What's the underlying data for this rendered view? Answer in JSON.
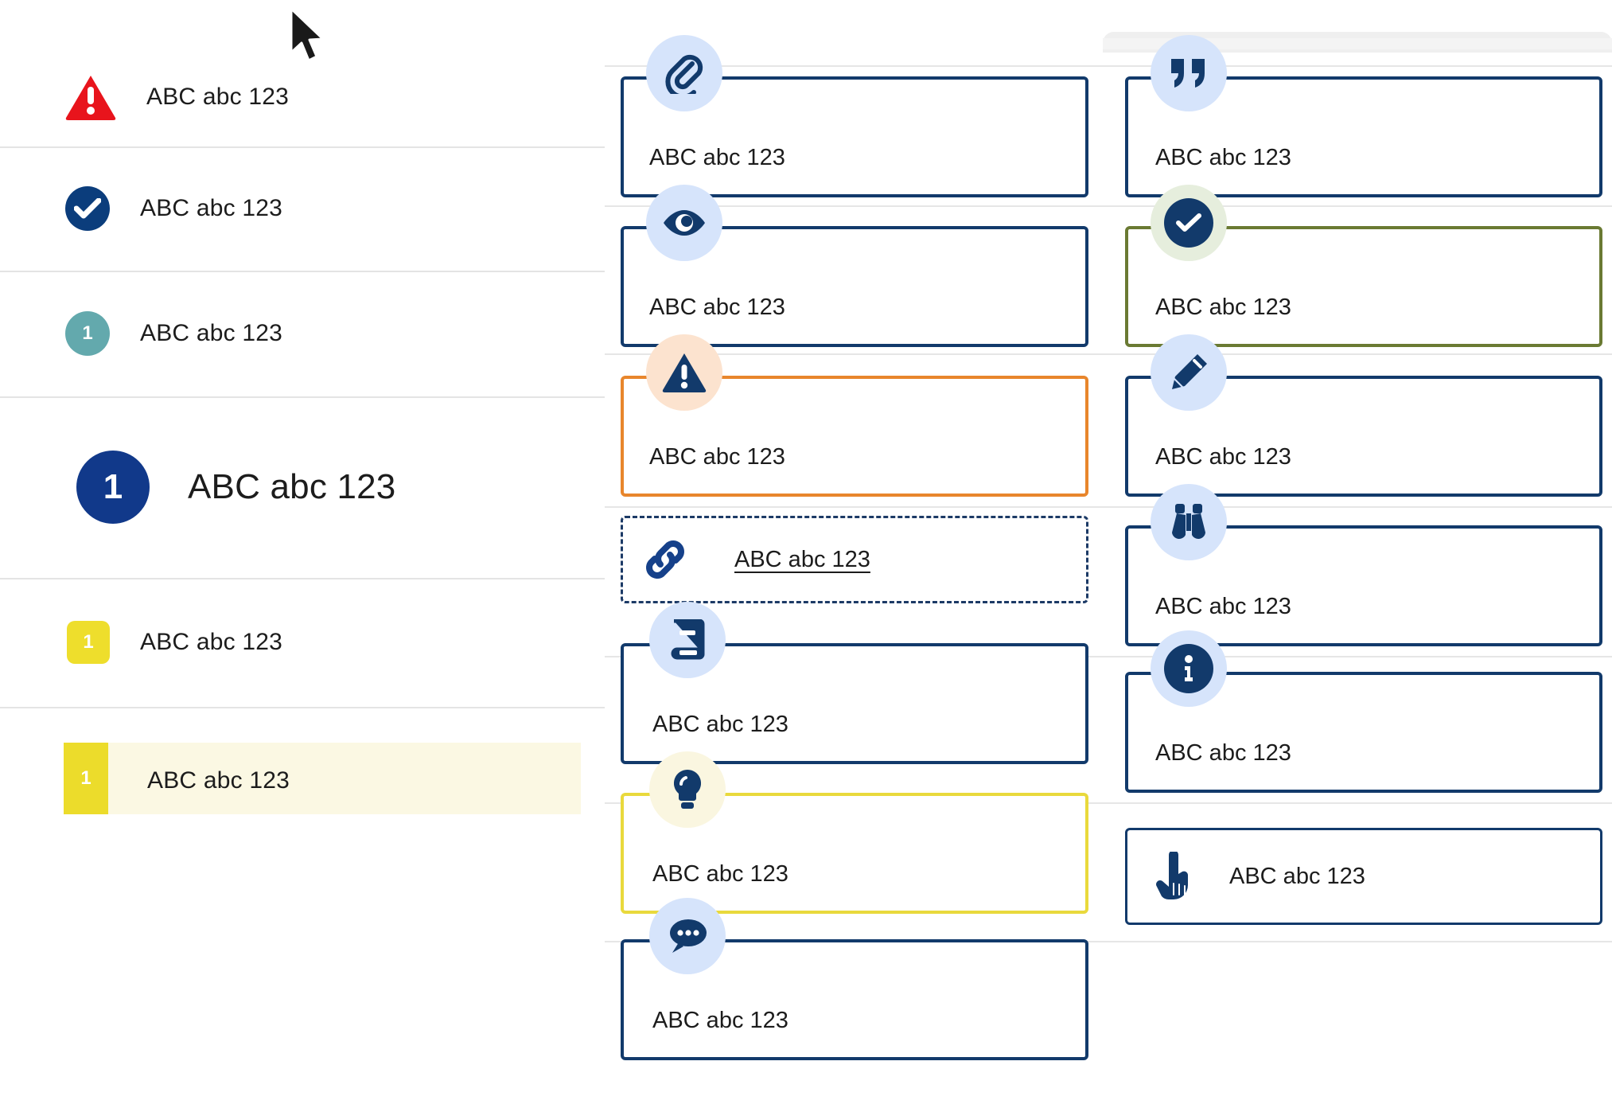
{
  "meta": {
    "sample_text": "ABC abc 123",
    "colors": {
      "navy": "#123a6b",
      "navy_deep": "#0b3d7c",
      "blue_chip": "#d6e4fb",
      "red": "#e8141c",
      "teal": "#63a9ad",
      "yellow": "#ecdc2b",
      "yellow_pale": "#fbf8e3",
      "orange": "#e8862c",
      "peach": "#fce3cf",
      "olive": "#6a7a33",
      "green_pale": "#e6eedd",
      "cream": "#faf6e0",
      "divider": "#e4e4e4"
    }
  },
  "sidebar": {
    "items": [
      {
        "id": "error",
        "icon": "warning-triangle-icon",
        "badge_text": "",
        "label": "ABC abc 123",
        "size": "normal"
      },
      {
        "id": "success",
        "icon": "check-circle-icon",
        "badge_text": "",
        "label": "ABC abc 123",
        "size": "normal"
      },
      {
        "id": "teal-number",
        "icon": "number-circle-icon",
        "badge_text": "1",
        "label": "ABC abc 123",
        "size": "normal"
      },
      {
        "id": "navy-number-lg",
        "icon": "number-circle-icon",
        "badge_text": "1",
        "label": "ABC abc 123",
        "size": "large"
      },
      {
        "id": "yellow-number",
        "icon": "number-square-icon",
        "badge_text": "1",
        "label": "ABC abc 123",
        "size": "normal"
      },
      {
        "id": "yellow-selected",
        "icon": "number-bar-icon",
        "badge_text": "1",
        "label": "ABC abc 123",
        "size": "normal",
        "selected": true
      }
    ]
  },
  "middle_column": {
    "cards": [
      {
        "id": "attachment",
        "icon": "paperclip-icon",
        "label": "ABC abc 123",
        "border": "navy",
        "chip": "blue"
      },
      {
        "id": "preview",
        "icon": "eye-icon",
        "label": "ABC abc 123",
        "border": "navy",
        "chip": "blue"
      },
      {
        "id": "warning",
        "icon": "warning-triangle-icon",
        "label": "ABC abc 123",
        "border": "orange",
        "chip": "peach"
      },
      {
        "id": "link",
        "icon": "link-icon",
        "label": "ABC abc 123",
        "border": "dashed",
        "chip": "none",
        "underline": true
      },
      {
        "id": "reference",
        "icon": "book-icon",
        "label": "ABC abc 123",
        "border": "navy",
        "chip": "blue"
      },
      {
        "id": "tip",
        "icon": "lightbulb-icon",
        "label": "ABC abc 123",
        "border": "yellow",
        "chip": "cream"
      },
      {
        "id": "comment",
        "icon": "chat-bubble-icon",
        "label": "ABC abc 123",
        "border": "navy",
        "chip": "blue"
      }
    ]
  },
  "right_column": {
    "cards": [
      {
        "id": "quote",
        "icon": "quote-icon",
        "label": "ABC abc 123",
        "border": "navy",
        "chip": "blue"
      },
      {
        "id": "confirmed",
        "icon": "check-circle-icon",
        "label": "ABC abc 123",
        "border": "olive",
        "chip": "green"
      },
      {
        "id": "edit",
        "icon": "pencil-icon",
        "label": "ABC abc 123",
        "border": "navy",
        "chip": "blue"
      },
      {
        "id": "observe",
        "icon": "binoculars-icon",
        "label": "ABC abc 123",
        "border": "navy",
        "chip": "blue"
      },
      {
        "id": "info",
        "icon": "info-circle-icon",
        "label": "ABC abc 123",
        "border": "navy",
        "chip": "blue"
      },
      {
        "id": "action",
        "icon": "hand-pointer-icon",
        "label": "ABC abc 123",
        "border": "navy",
        "chip": "none",
        "inline": true
      }
    ]
  },
  "cursor": {
    "icon": "mouse-pointer-icon"
  }
}
